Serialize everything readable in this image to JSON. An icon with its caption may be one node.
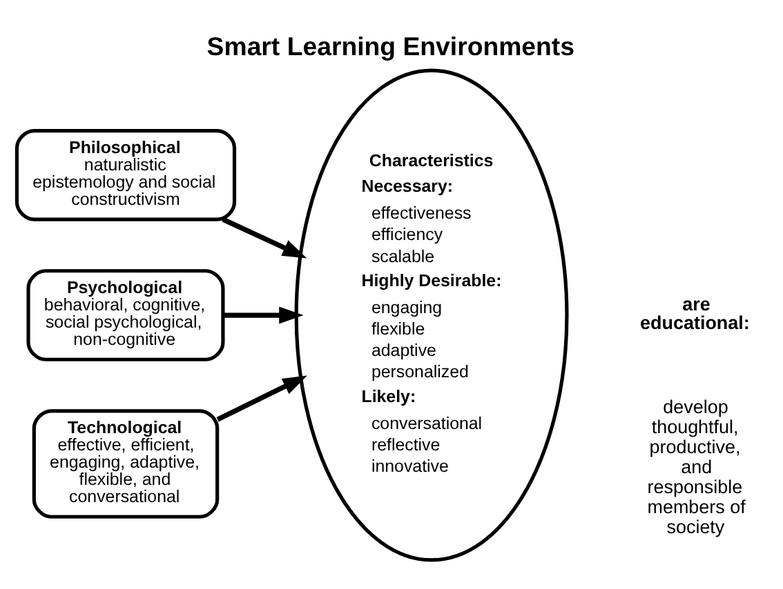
{
  "diagram": {
    "title": "Smart Learning Environments",
    "nodes": [
      {
        "text": [
          "Philosophical",
          "naturalistic epistemology and social constructivism"
        ]
      },
      {
        "text": [
          "Psychological",
          "behavioral, cognitive, social psychological, non-cognitive"
        ]
      },
      {
        "text": [
          "Technological",
          "effective, efficient, engaging, adaptive, flexible, and conversational"
        ]
      },
      {
        "text": [
          "Characteristics",
          "Necessary:",
          "effectiveness",
          "efficiency",
          "scalable",
          "Highly Desirable:",
          "engaging",
          "flexible",
          "adaptive",
          "personalized",
          "Likely:",
          "conversational",
          "reflective",
          "innovative"
        ]
      }
    ],
    "edges": [
      {
        "from": 0,
        "to": 3,
        "arrow": "to"
      },
      {
        "from": 1,
        "to": 3,
        "arrow": "to"
      },
      {
        "from": 2,
        "to": 3,
        "arrow": "to"
      }
    ],
    "labels": [
      "are educational:",
      "develop thoughtful, productive, and responsible members of society"
    ]
  }
}
